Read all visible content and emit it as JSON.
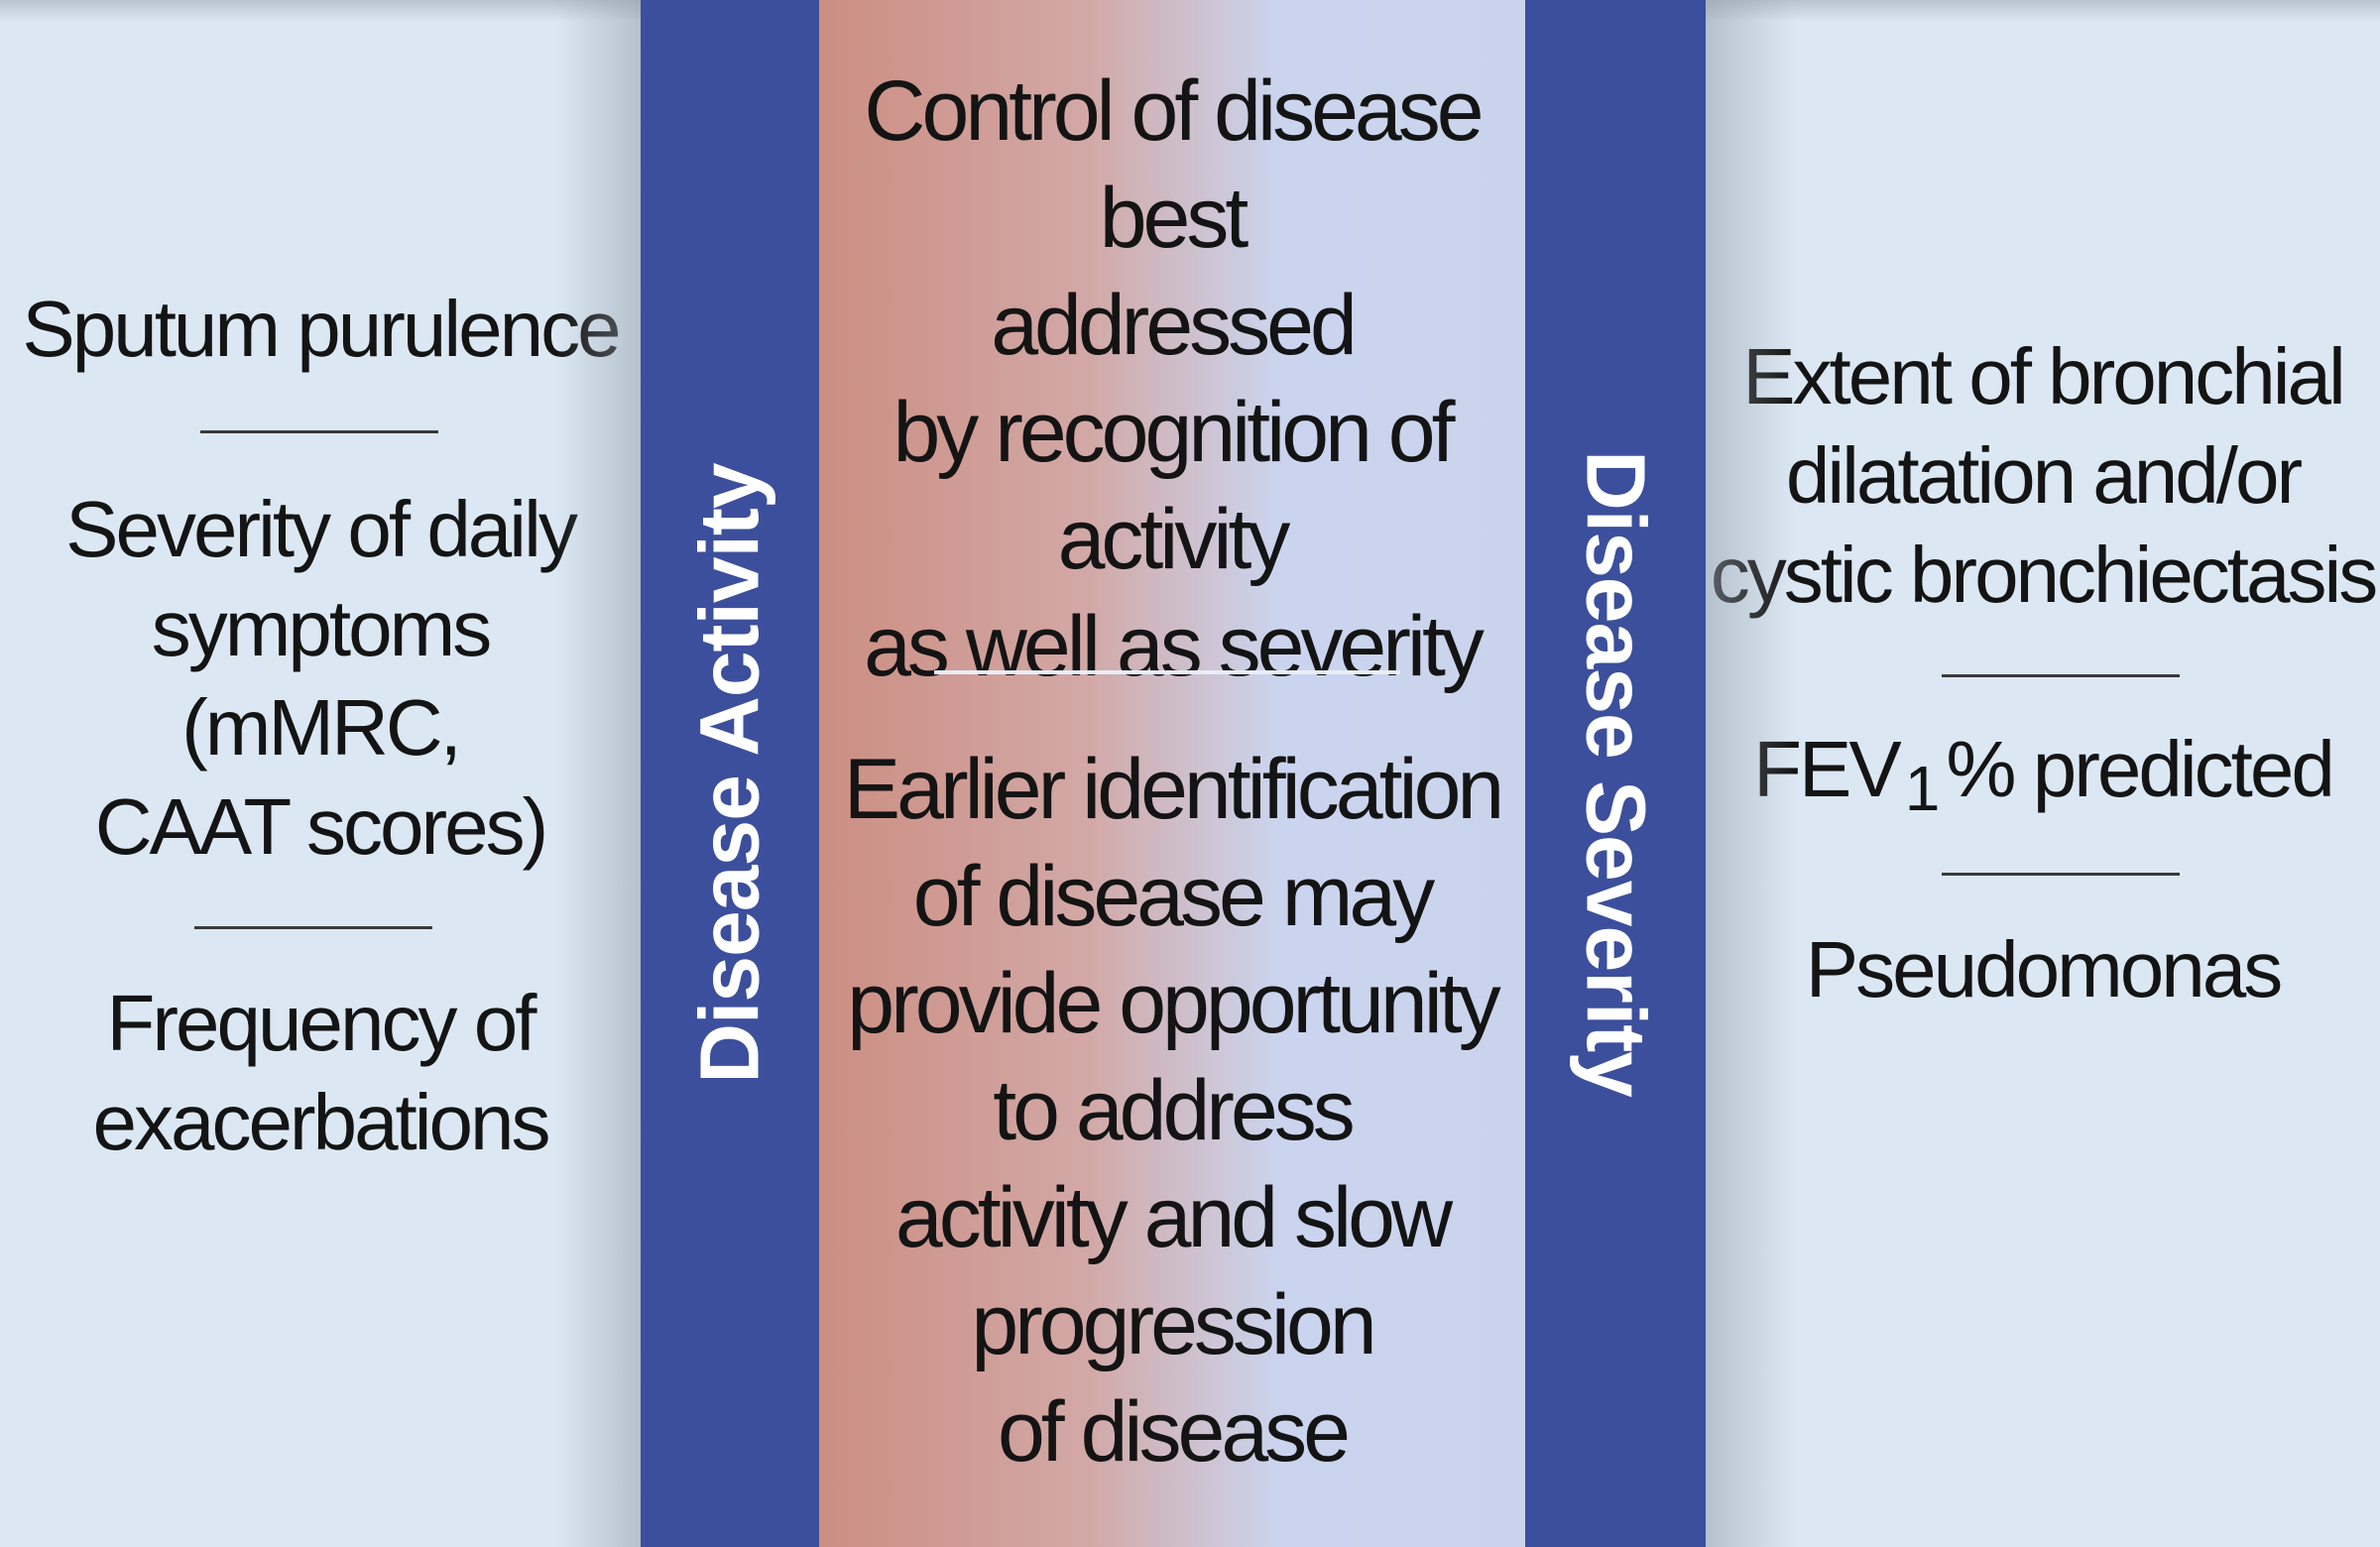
{
  "left": {
    "item1": "Sputum purulence",
    "item2": "Severity of daily\nsymptoms\n(mMRC,\nCAAT scores)",
    "item3": "Frequency of\nexacerbations"
  },
  "bars": {
    "activity": "Disease Activity",
    "severity": "Disease Severity"
  },
  "center": {
    "top_text": "Control of disease best\naddressed\nby recognition of\nactivity\nas well as severity",
    "bottom_text": "Earlier identification\nof disease may\nprovide opportunity\nto address\nactivity and slow\nprogression\nof disease"
  },
  "right": {
    "item1": "Extent of bronchial\ndilatation and/or\ncystic bronchiectasis",
    "item2_prefix": "FEV",
    "item2_subscript": "1",
    "item2_suffix": "% predicted",
    "item3": "Pseudomonas"
  },
  "colors": {
    "bar": "#3c4f9c",
    "side_panels": "#dbe8f4",
    "center_gradient_left": "#cc8e82",
    "center_gradient_right": "#c9d4ec"
  }
}
